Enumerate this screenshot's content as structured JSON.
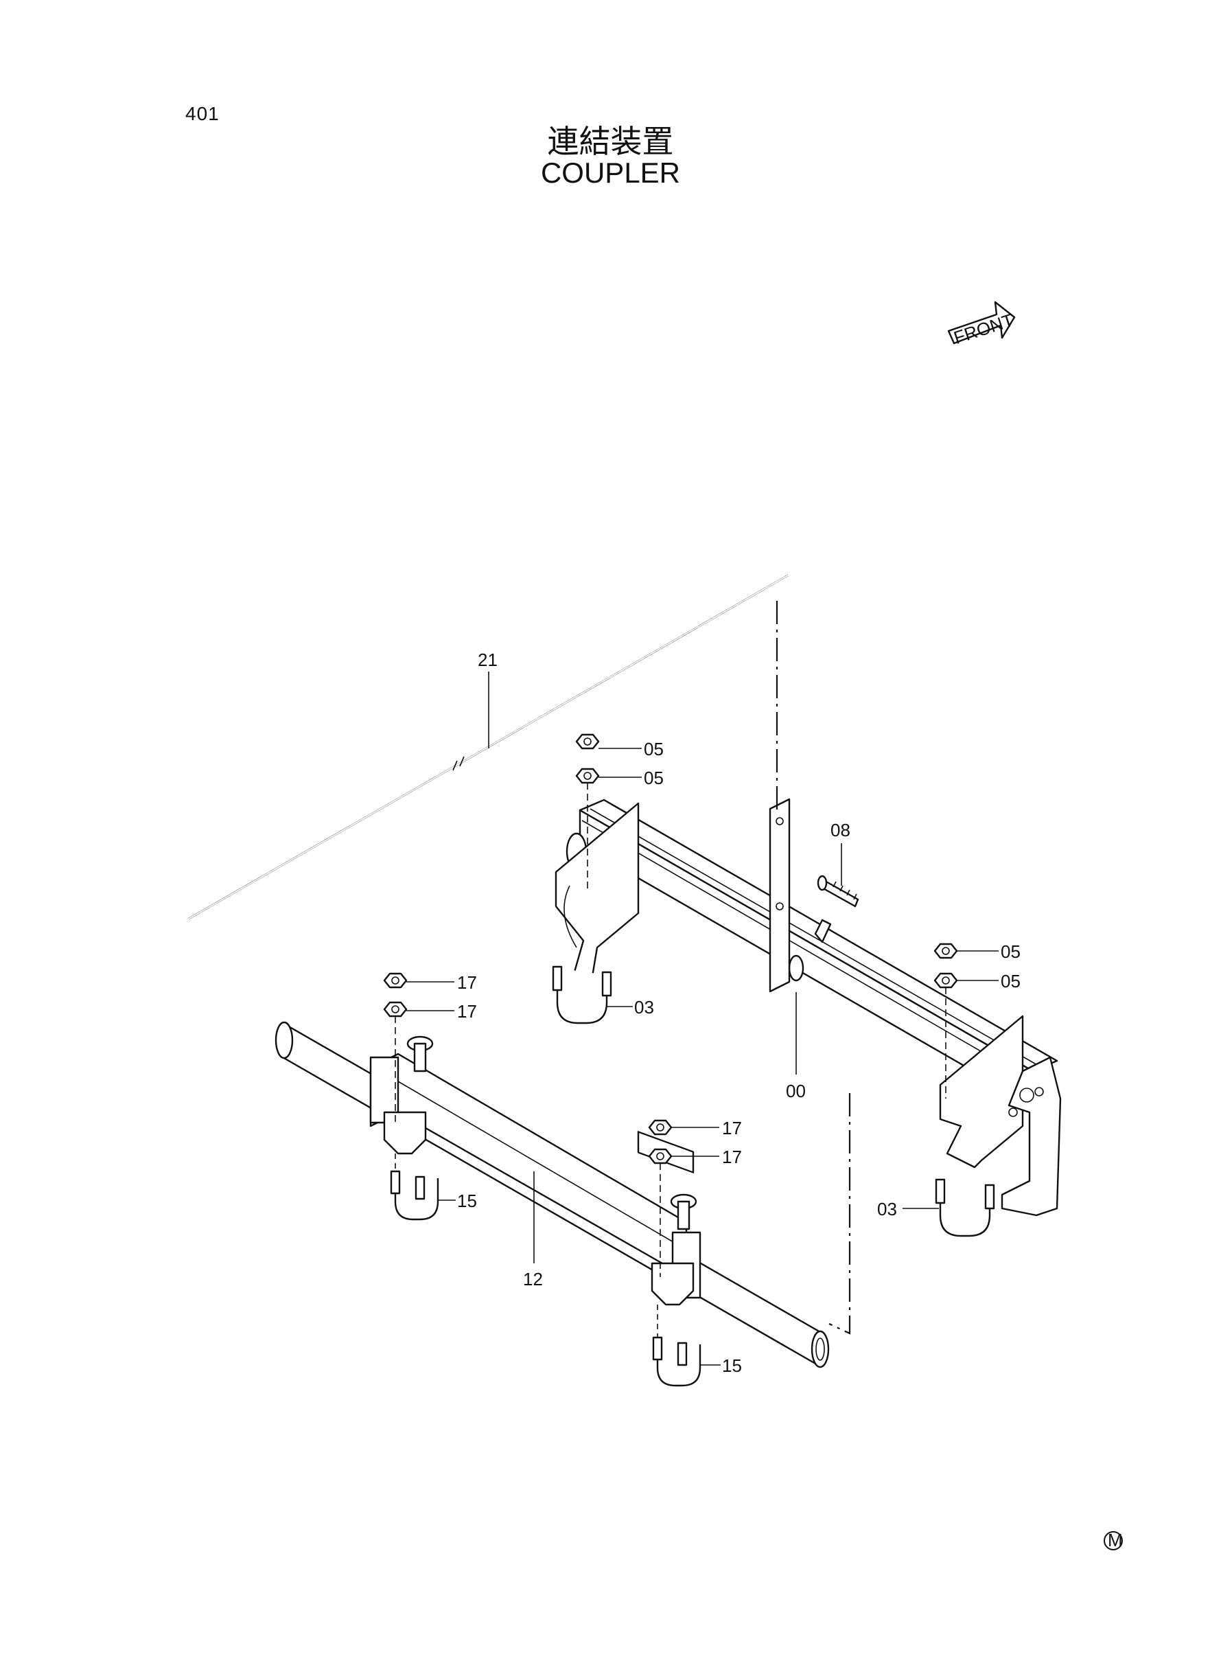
{
  "header": {
    "page_number": "401",
    "title_jp": "連結装置",
    "title_en": "COUPLER"
  },
  "front_arrow": {
    "label": "FRONT"
  },
  "callouts": [
    {
      "id": "c-21",
      "label": "21"
    },
    {
      "id": "c-05a",
      "label": "05"
    },
    {
      "id": "c-05b",
      "label": "05"
    },
    {
      "id": "c-08",
      "label": "08"
    },
    {
      "id": "c-05c",
      "label": "05"
    },
    {
      "id": "c-05d",
      "label": "05"
    },
    {
      "id": "c-03a",
      "label": "03"
    },
    {
      "id": "c-00",
      "label": "00"
    },
    {
      "id": "c-03b",
      "label": "03"
    },
    {
      "id": "c-17a",
      "label": "17"
    },
    {
      "id": "c-17b",
      "label": "17"
    },
    {
      "id": "c-17c",
      "label": "17"
    },
    {
      "id": "c-17d",
      "label": "17"
    },
    {
      "id": "c-15a",
      "label": "15"
    },
    {
      "id": "c-15b",
      "label": "15"
    },
    {
      "id": "c-12",
      "label": "12"
    }
  ],
  "footer": {
    "mark": "M"
  }
}
